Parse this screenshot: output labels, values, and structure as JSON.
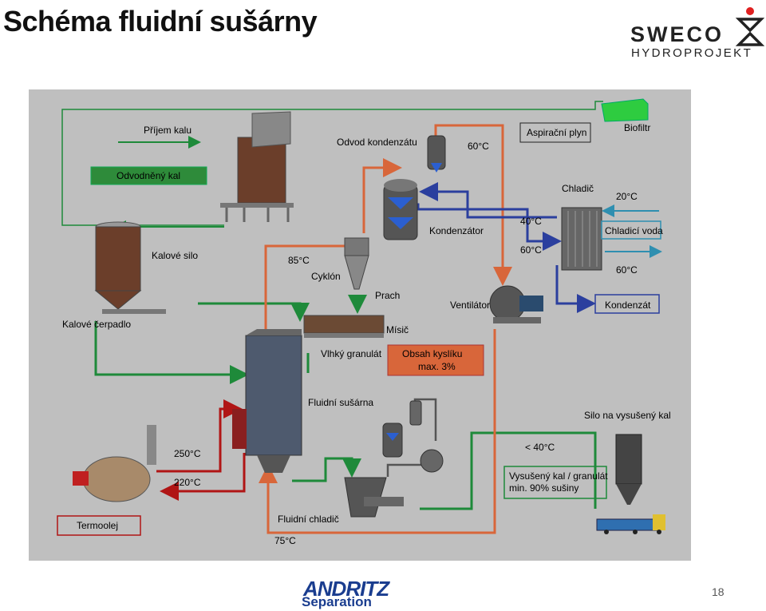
{
  "title": "Schéma fluidní sušárny",
  "logos": {
    "sweco": "SWECO",
    "sweco_sub": "HYDROPROJEKT",
    "andritz": "ANDRITZ",
    "andritz_sub": "Separation"
  },
  "page_number": "18",
  "labels": {
    "prijem_kalu": "Příjem kalu",
    "odvodneny_kal": "Odvodněný kal",
    "kalove_silo": "Kalové silo",
    "kalove_cerpadlo": "Kalové čerpadlo",
    "odvod_kondenzatu": "Odvod kondenzátu",
    "t60_top": "60°C",
    "aspiracni_plyn": "Aspirační plyn",
    "biofiltr": "Biofiltr",
    "chladic": "Chladič",
    "t20": "20°C",
    "chladici_voda": "Chladicí voda",
    "t40": "40°C",
    "t60_right": "60°C",
    "t60_right2": "60°C",
    "kondenzator": "Kondenzátor",
    "t85": "85°C",
    "cyklon": "Cyklón",
    "prach": "Prach",
    "ventilator": "Ventilátor",
    "kondenzat": "Kondenzát",
    "misic": "Mísič",
    "vlhky_granulat": "Vlhký granulát",
    "obsah_kysliku_1": "Obsah kyslíku",
    "obsah_kysliku_2": "max. 3%",
    "fluidni_susarna": "Fluidní sušárna",
    "silo_vysuseny": "Silo na vysušený kal",
    "t_lt40": "< 40°C",
    "vysuseny_1": "Vysušený kal / granulát",
    "vysuseny_2": "min. 90% sušiny",
    "t250": "250°C",
    "t220": "220°C",
    "termoolej": "Termoolej",
    "fluidni_chladic": "Fluidní chladič",
    "t75": "75°C"
  },
  "colors": {
    "pipe_green": "#1e8a3a",
    "pipe_orange": "#d8663a",
    "pipe_blue": "#2b3f9e",
    "pipe_red": "#b01515",
    "pipe_grey": "#555555",
    "pipe_teal": "#2f8fb0",
    "box_green": "#2e8b3a",
    "box_orange": "#d8663a",
    "biofilter": "#2ecc40",
    "background": "#bfbfbf"
  }
}
